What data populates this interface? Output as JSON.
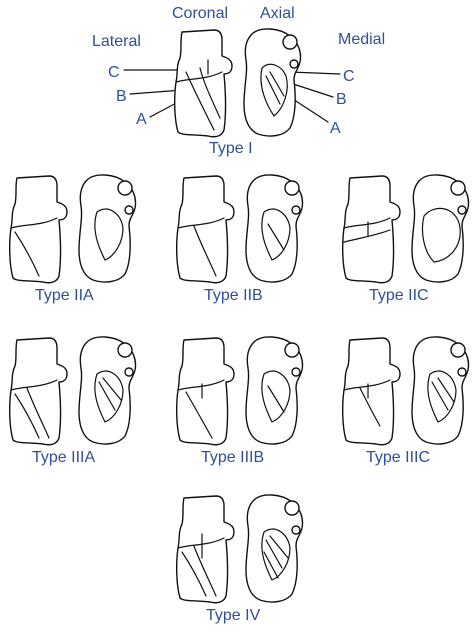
{
  "header": {
    "coronal": "Coronal",
    "axial": "Axial",
    "lateral": "Lateral",
    "medial": "Medial"
  },
  "type_i_labels": {
    "left": [
      "C",
      "B",
      "A"
    ],
    "right": [
      "C",
      "B",
      "A"
    ]
  },
  "panels": [
    {
      "id": "type-i",
      "title": "Type I",
      "fracture": "I"
    },
    {
      "id": "type-iia",
      "title": "Type IIA",
      "fracture": "IIA"
    },
    {
      "id": "type-iib",
      "title": "Type IIB",
      "fracture": "IIB"
    },
    {
      "id": "type-iic",
      "title": "Type IIC",
      "fracture": "IIC"
    },
    {
      "id": "type-iiia",
      "title": "Type IIIA",
      "fracture": "IIIA"
    },
    {
      "id": "type-iiib",
      "title": "Type IIIB",
      "fracture": "IIIB"
    },
    {
      "id": "type-iiic",
      "title": "Type IIIC",
      "fracture": "IIIC"
    },
    {
      "id": "type-iv",
      "title": "Type IV",
      "fracture": "IV"
    }
  ]
}
